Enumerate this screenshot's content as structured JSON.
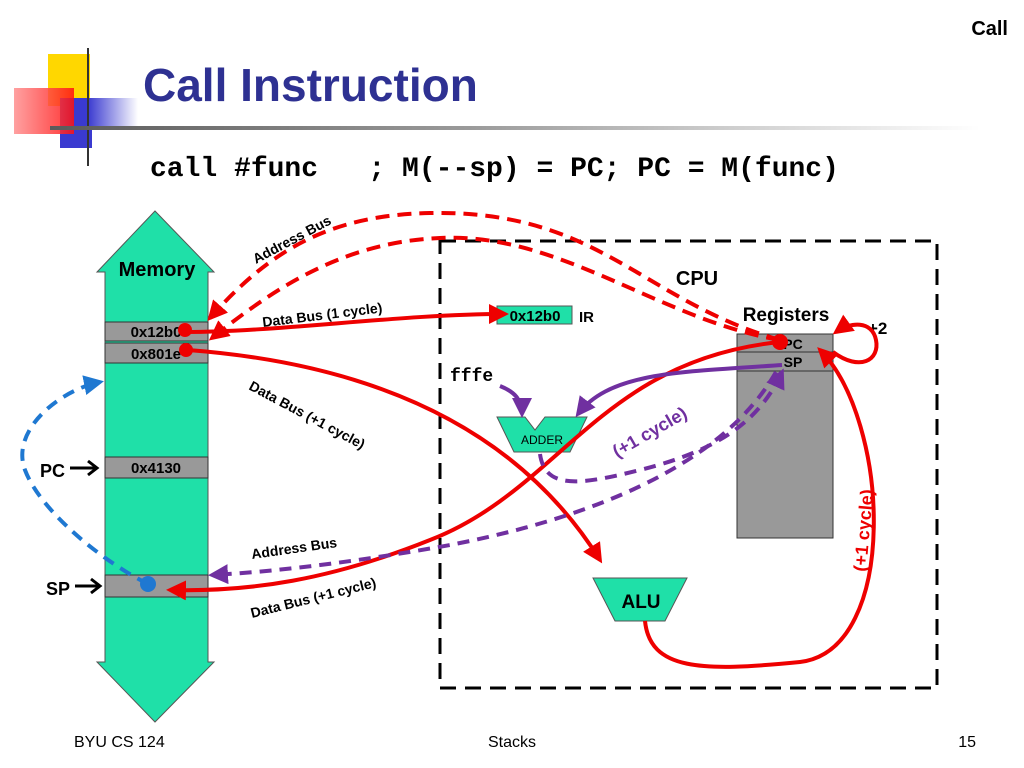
{
  "header": {
    "corner_label": "Call",
    "title": "Call Instruction",
    "formula": "call #func   ; M(--sp) = PC; PC = M(func)"
  },
  "memory": {
    "label": "Memory",
    "cells": [
      "0x12b0",
      "0x801e",
      "0x4130"
    ],
    "pc_pointer": "PC",
    "sp_pointer": "SP"
  },
  "cpu": {
    "label": "CPU",
    "registers_label": "Registers",
    "pc_reg": "PC",
    "sp_reg": "SP",
    "plus_two": "+2",
    "ir_value": "0x12b0",
    "ir_label": "IR",
    "fffe": "fffe",
    "adder": "ADDER",
    "alu": "ALU"
  },
  "buses": {
    "address_bus_top": "Address Bus",
    "data_bus_1": "Data Bus (1 cycle)",
    "data_bus_plus1_mid": "Data Bus (+1 cycle)",
    "address_bus_bottom": "Address Bus",
    "data_bus_plus1_bottom": "Data Bus (+1 cycle)",
    "plus1_cycle_purple": "(+1 cycle)",
    "plus1_cycle_red": "(+1 cycle)"
  },
  "footer": {
    "left": "BYU CS 124",
    "center": "Stacks",
    "page": "15"
  },
  "colors": {
    "title": "#2e3192",
    "memory": "#1fe0a8",
    "red": "#ee0000",
    "purple": "#7030a0",
    "blue": "#1f78d1",
    "register": "#999999"
  }
}
